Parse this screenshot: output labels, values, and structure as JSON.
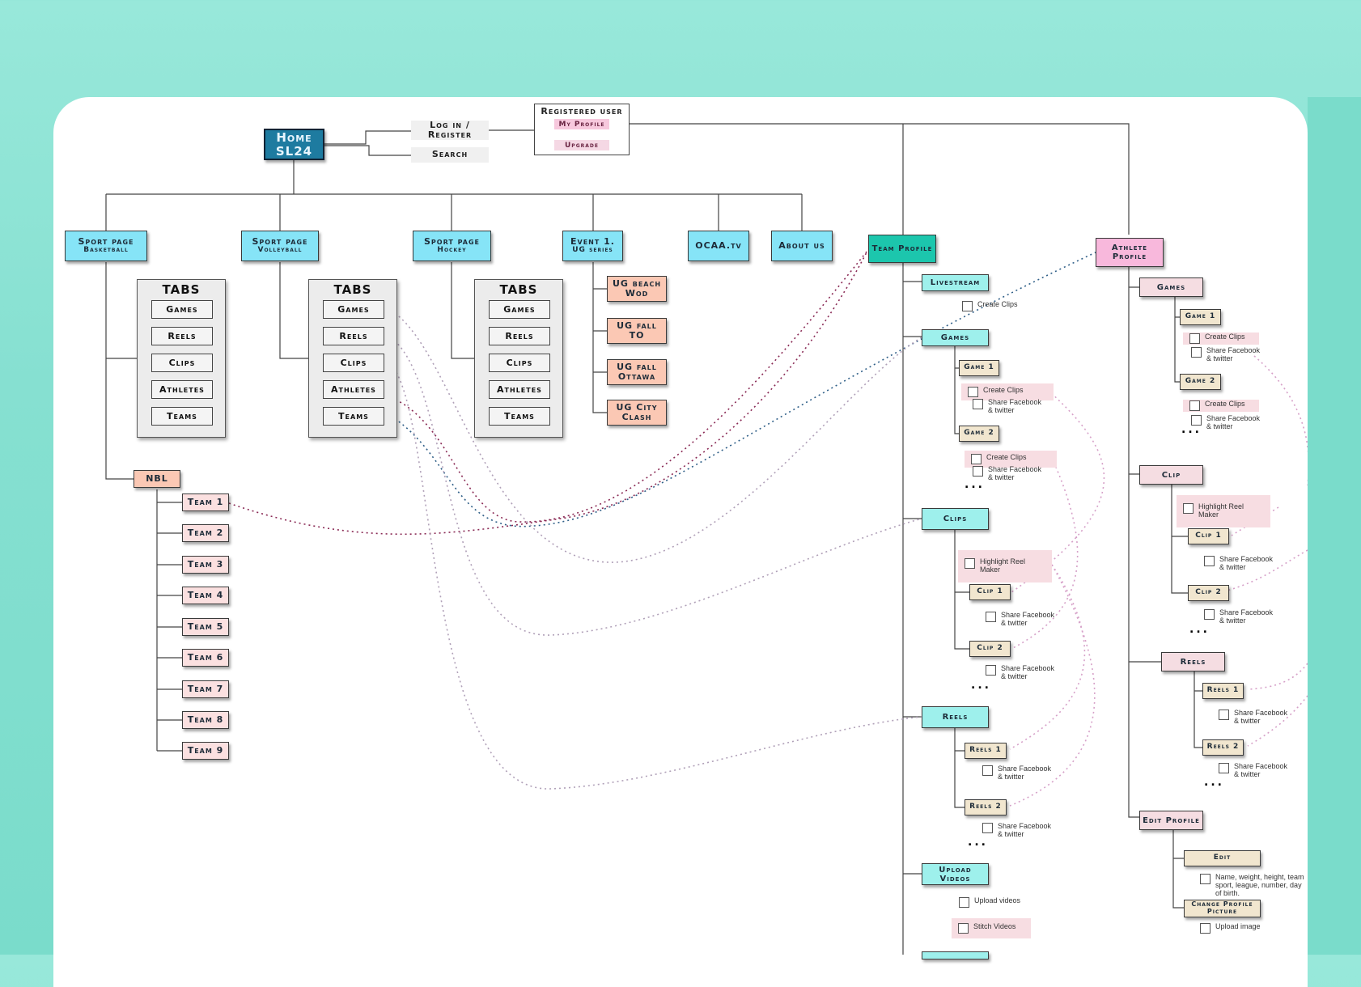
{
  "home": {
    "line1": "Home",
    "line2": "SL24"
  },
  "top_links": {
    "login": "Log in / Register",
    "search": "Search"
  },
  "registered_user": {
    "title": "Registered user",
    "my_profile": "My Profile",
    "upgrade": "Upgrade"
  },
  "sections": [
    {
      "title": "Sport page",
      "subtitle": "Basketball"
    },
    {
      "title": "Sport page",
      "subtitle": "Volleyball"
    },
    {
      "title": "Sport page",
      "subtitle": "Hockey"
    },
    {
      "title": "Event 1.",
      "subtitle": "UG series"
    },
    {
      "title": "OCAA.tv",
      "subtitle": ""
    },
    {
      "title": "About us",
      "subtitle": ""
    }
  ],
  "tabs": {
    "heading": "TABS",
    "items": [
      "Games",
      "Reels",
      "Clips",
      "Athletes",
      "Teams"
    ]
  },
  "events": [
    "UG beach Wod",
    "UG fall TO",
    "UG fall Ottawa",
    "UG City Clash"
  ],
  "league": {
    "name": "NBL",
    "teams": [
      "Team 1",
      "Team 2",
      "Team 3",
      "Team 4",
      "Team 5",
      "Team 6",
      "Team 7",
      "Team 8",
      "Team 9"
    ]
  },
  "team_profile": {
    "title": "Team Profile",
    "livestream": "Livestream",
    "games": "Games",
    "game1": "Game 1",
    "game2": "Game 2",
    "clips": "Clips",
    "clip1": "Clip 1",
    "clip2": "Clip 2",
    "reels": "Reels",
    "reels1": "Reels 1",
    "reels2": "Reels 2",
    "upload_videos": "Upload Videos",
    "create_clips": "Create Clips",
    "share": "Share Facebook & twitter",
    "highlight": "Highlight Reel Maker",
    "upload_videos_opt": "Upload videos",
    "stitch_videos": "Stitch Videos",
    "ellipsis": "..."
  },
  "athlete_profile": {
    "title": "Athlete Profile",
    "games": "Games",
    "game1": "Game 1",
    "game2": "Game 2",
    "clip": "Clip",
    "clip1": "Clip 1",
    "clip2": "Clip 2",
    "reels": "Reels",
    "reels1": "Reels 1",
    "reels2": "Reels 2",
    "edit_profile": "Edit Profile",
    "edit": "Edit",
    "edit_desc": "Name, weight, height, team sport, league, number, day of birth.",
    "change_picture": "Change Profile Picture",
    "upload_image": "Upload image",
    "create_clips": "Create Clips",
    "share": "Share Facebook & twitter",
    "highlight": "Highlight Reel Maker",
    "ellipsis": "..."
  }
}
